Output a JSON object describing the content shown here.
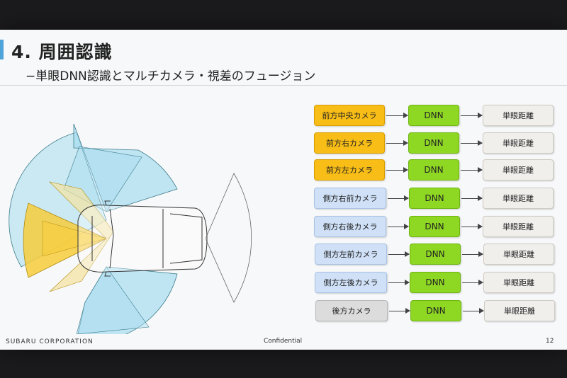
{
  "slide": {
    "title": "4. 周囲認識",
    "subtitle": "−単眼DNN認識とマルチカメラ・視差のフュージョン",
    "footer_company": "SUBARU CORPORATION",
    "footer_confidential": "Confidential",
    "page_number": "12"
  },
  "pipeline": {
    "rows": [
      {
        "camera": "前方中央カメラ",
        "kind": "front",
        "dnn": "DNN",
        "output": "単眼距離"
      },
      {
        "camera": "前方右カメラ",
        "kind": "front",
        "dnn": "DNN",
        "output": "単眼距離"
      },
      {
        "camera": "前方左カメラ",
        "kind": "front",
        "dnn": "DNN",
        "output": "単眼距離"
      },
      {
        "camera": "側方右前カメラ",
        "kind": "side",
        "dnn": "DNN",
        "output": "単眼距離"
      },
      {
        "camera": "側方右後カメラ",
        "kind": "side",
        "dnn": "DNN",
        "output": "単眼距離"
      },
      {
        "camera": "側方左前カメラ",
        "kind": "side",
        "dnn": "DNN",
        "output": "単眼距離"
      },
      {
        "camera": "側方左後カメラ",
        "kind": "side",
        "dnn": "DNN",
        "output": "単眼距離"
      },
      {
        "camera": "後方カメラ",
        "kind": "rear",
        "dnn": "DNN",
        "output": "単眼距離"
      }
    ]
  },
  "colors": {
    "front_camera": "#f8bd16",
    "side_camera": "#cfe0f7",
    "rear_camera": "#dcdcdc",
    "dnn": "#8ed823",
    "output": "#f0efec",
    "coverage_blue": "#a6dcef",
    "coverage_yellow": "#f7cd3c",
    "accent": "#4ea3d8"
  }
}
